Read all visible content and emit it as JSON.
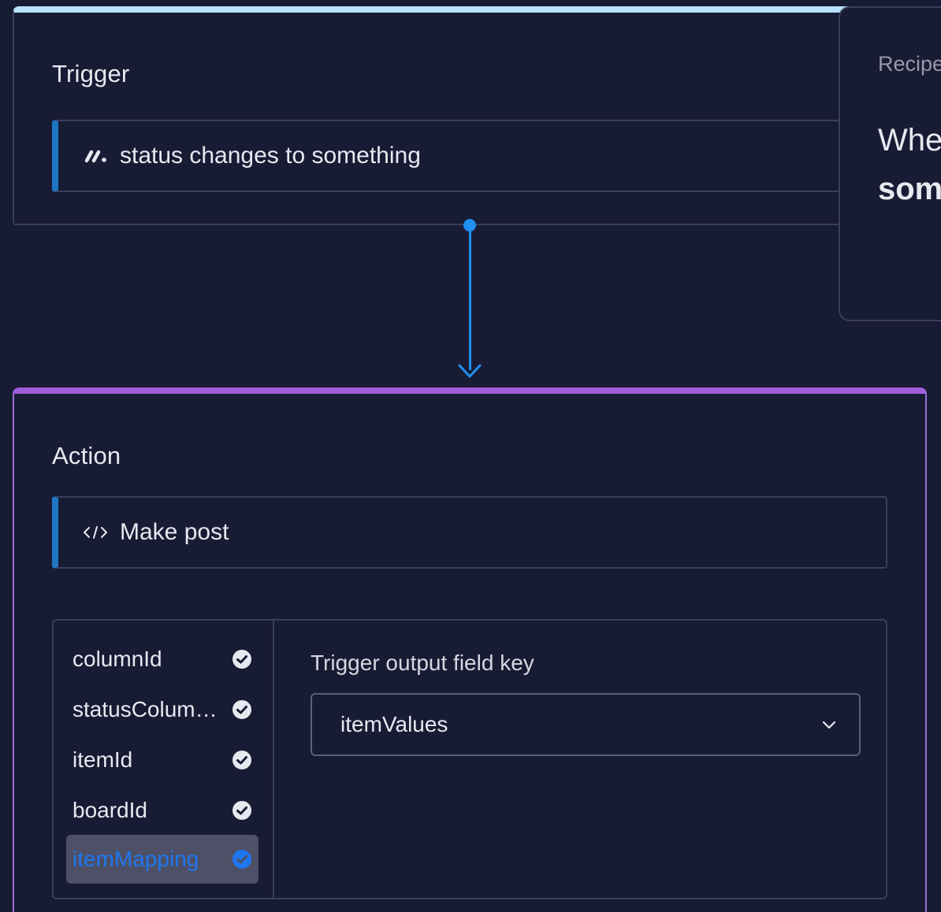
{
  "trigger": {
    "title": "Trigger",
    "selector_text": "status changes to something",
    "selector_icon": "monday-logo-icon"
  },
  "action": {
    "title": "Action",
    "selector_text": "Make post",
    "selector_icon": "code-icon"
  },
  "recipe": {
    "label": "Recipe",
    "line1": "When",
    "line2": "something"
  },
  "mapping": {
    "fields": [
      {
        "label": "columnId",
        "complete": true,
        "active": false
      },
      {
        "label": "statusColumnValue",
        "complete": true,
        "active": false
      },
      {
        "label": "itemId",
        "complete": true,
        "active": false
      },
      {
        "label": "boardId",
        "complete": true,
        "active": false
      },
      {
        "label": "itemMapping",
        "complete": true,
        "active": true
      }
    ],
    "detail_label": "Trigger output field key",
    "select_value": "itemValues"
  },
  "colors": {
    "background": "#181b34",
    "trigger_accent": "#b8e3ff",
    "action_accent": "#a25ddc",
    "connector": "#1f8ff0",
    "active_field_text": "#1f76f0"
  }
}
